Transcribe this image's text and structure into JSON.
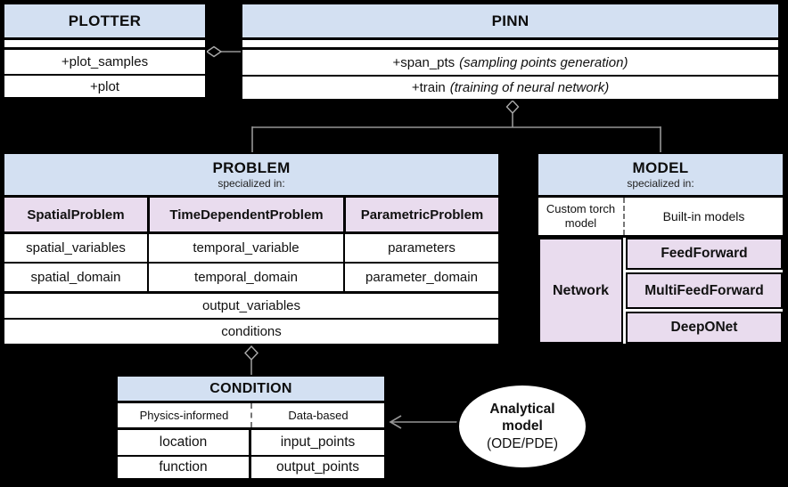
{
  "palette": {
    "background": "#000000",
    "class_header_fill": "#d3e0f2",
    "specialized_fill": "#e9dcee",
    "box_fill": "#ffffff",
    "border_color": "#000000",
    "connector_color": "#969696"
  },
  "plotter": {
    "title": "PLOTTER",
    "methods": [
      "+plot_samples",
      "+plot"
    ]
  },
  "pinn": {
    "title": "PINN",
    "methods": [
      {
        "name": "+span_pts",
        "note": "(sampling points generation)"
      },
      {
        "name": "+train",
        "note": "(training of neural network)"
      }
    ]
  },
  "problem": {
    "title": "PROBLEM",
    "subtitle": "specialized in:",
    "columns": [
      {
        "header": "SpatialProblem",
        "attrs": [
          "spatial_variables",
          "spatial_domain"
        ]
      },
      {
        "header": "TimeDependentProblem",
        "attrs": [
          "temporal_variable",
          "temporal_domain"
        ]
      },
      {
        "header": "ParametricProblem",
        "attrs": [
          "parameters",
          "parameter_domain"
        ]
      }
    ],
    "shared_attrs": [
      "output_variables",
      "conditions"
    ]
  },
  "model": {
    "title": "MODEL",
    "subtitle": "specialized in:",
    "categories": [
      "Custom torch model",
      "Built-in models"
    ],
    "custom_model": "Network",
    "builtin_models": [
      "FeedForward",
      "MultiFeedForward",
      "DeepONet"
    ]
  },
  "condition": {
    "title": "CONDITION",
    "categories": [
      "Physics-informed",
      "Data-based"
    ],
    "rows": [
      [
        "location",
        "input_points"
      ],
      [
        "function",
        "output_points"
      ]
    ]
  },
  "analytical": {
    "line1": "Analytical",
    "line2": "model",
    "line3": "(ODE/PDE)"
  }
}
